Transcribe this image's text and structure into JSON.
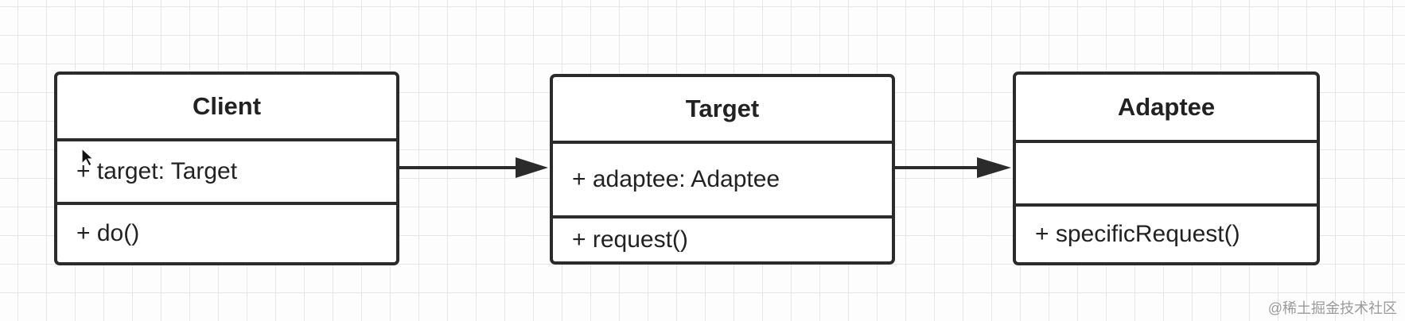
{
  "diagram": {
    "classes": [
      {
        "id": "client",
        "name": "Client",
        "attributes": [
          "+ target: Target"
        ],
        "methods": [
          "+ do()"
        ]
      },
      {
        "id": "target",
        "name": "Target",
        "attributes": [
          "+ adaptee: Adaptee"
        ],
        "methods": [
          "+ request()"
        ]
      },
      {
        "id": "adaptee",
        "name": "Adaptee",
        "attributes": [
          ""
        ],
        "methods": [
          "+ specificRequest()"
        ]
      }
    ],
    "associations": [
      {
        "from": "client",
        "to": "target"
      },
      {
        "from": "target",
        "to": "adaptee"
      }
    ]
  },
  "watermark": "@稀土掘金技术社区",
  "colors": {
    "border": "#2b2b2b",
    "grid": "#e6e6e6",
    "background": "#fdfdfd"
  }
}
